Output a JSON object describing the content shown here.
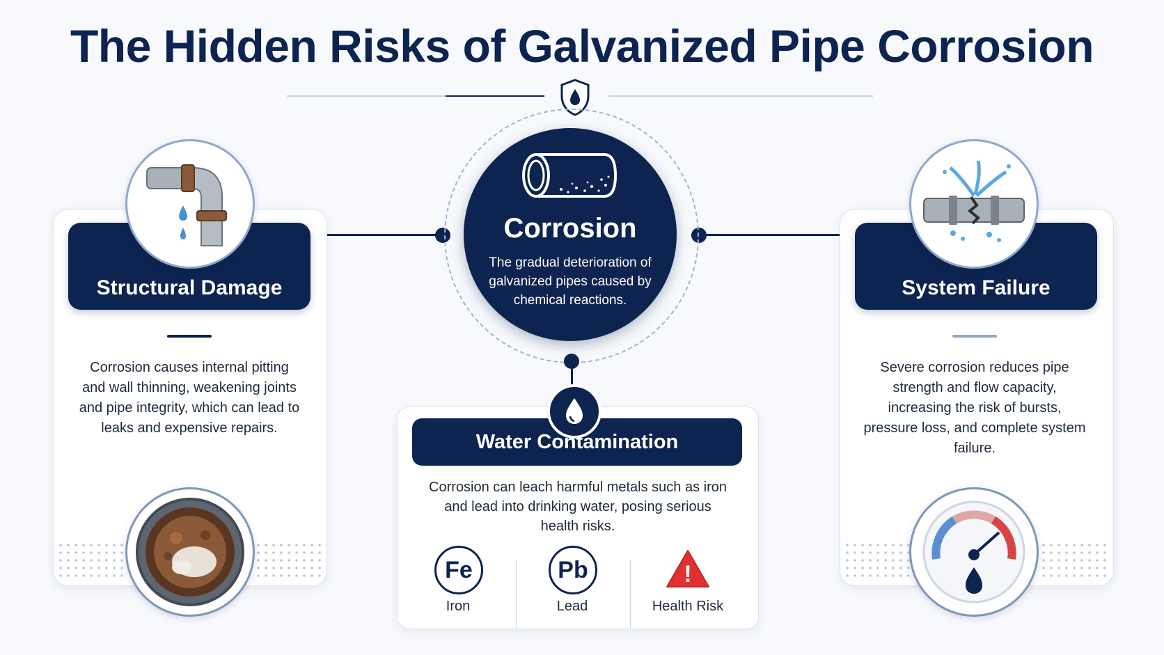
{
  "title": "The Hidden Risks of Galvanized Pipe Corrosion",
  "center": {
    "title": "Corrosion",
    "description": "The gradual deterioration of galvanized pipes caused by chemical reactions."
  },
  "left": {
    "title": "Structural Damage",
    "description": "Corrosion causes internal pitting and wall thinning, weakening joints and pipe integrity, which can lead to leaks and expensive repairs."
  },
  "right": {
    "title": "System Failure",
    "description": "Severe corrosion reduces pipe strength and flow capacity, increasing the risk of bursts, pressure loss, and complete system failure."
  },
  "bottom": {
    "title": "Water Contamination",
    "description": "Corrosion can leach harmful metals such as iron and lead into drinking water, posing serious health risks.",
    "elements": [
      {
        "symbol": "Fe",
        "label": "Iron"
      },
      {
        "symbol": "Pb",
        "label": "Lead"
      },
      {
        "symbol": "!",
        "label": "Health Risk"
      }
    ]
  },
  "colors": {
    "navy": "#0d2350",
    "accent": "#8fa8cc",
    "warning": "#e03030"
  }
}
